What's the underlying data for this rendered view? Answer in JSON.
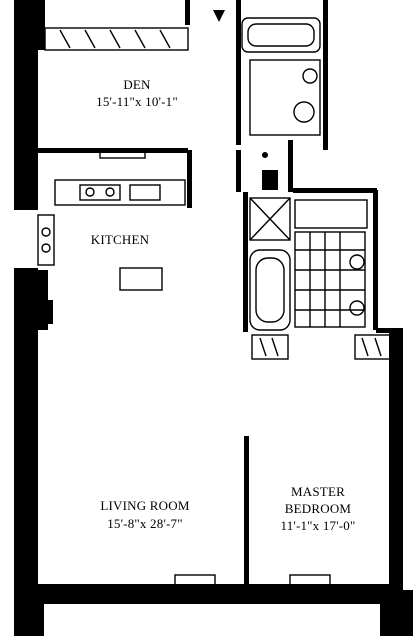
{
  "rooms": {
    "den": {
      "name": "DEN",
      "dims": "15'-11\"x 10'-1\""
    },
    "kitchen": {
      "name": "KITCHEN"
    },
    "living": {
      "name": "LIVING ROOM",
      "dims": "15'-8\"x 28'-7\""
    },
    "master": {
      "name_line1": "MASTER",
      "name_line2": "BEDROOM",
      "dims": "11'-1\"x 17'-0\""
    }
  },
  "colors": {
    "wall": "#000000",
    "fixture": "#000000",
    "background": "#ffffff"
  }
}
